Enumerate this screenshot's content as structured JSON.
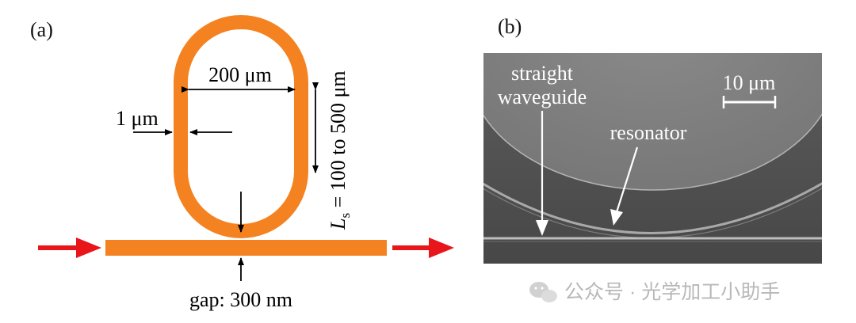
{
  "panel_a": {
    "label": "(a)",
    "width_label": "200 μm",
    "waveguide_width_label": "1 μm",
    "length_label_var": "L",
    "length_label_sub": "s",
    "length_label_rest": " = 100 to 500 μm",
    "gap_label": "gap: 300 nm",
    "colors": {
      "ring": "#F58220",
      "arrow": "#E8161B"
    }
  },
  "panel_b": {
    "label": "(b)",
    "label_straight_1": "straight",
    "label_straight_2": "waveguide",
    "label_resonator": "resonator",
    "scalebar_label": "10 μm"
  },
  "watermark": {
    "text": "公众号 · 光学加工小助手",
    "icon": "wechat-icon"
  }
}
